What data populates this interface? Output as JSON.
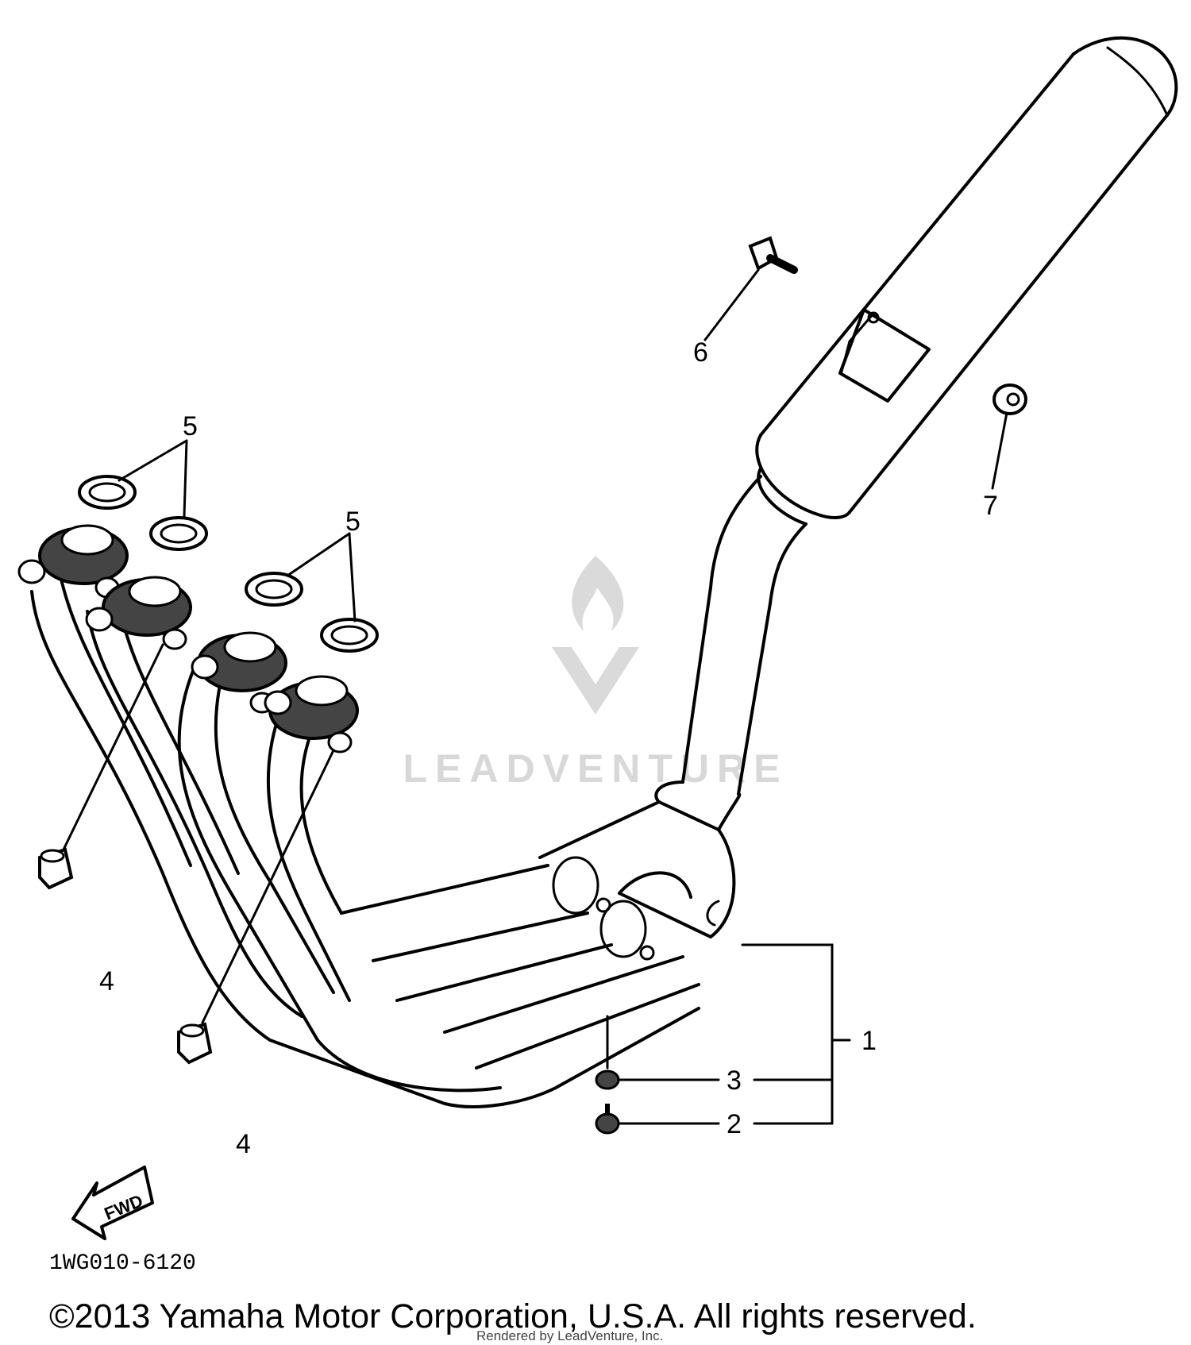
{
  "diagram": {
    "callouts": [
      "1",
      "2",
      "3",
      "4",
      "4",
      "5",
      "5",
      "6",
      "7"
    ],
    "direction_label": "FWD",
    "part_code": "1WG010-6120",
    "copyright": "©2013 Yamaha Motor Corporation, U.S.A. All rights reserved.",
    "rendered_by": "Rendered by LeadVenture, Inc.",
    "watermark": "LEADVENTURE"
  }
}
